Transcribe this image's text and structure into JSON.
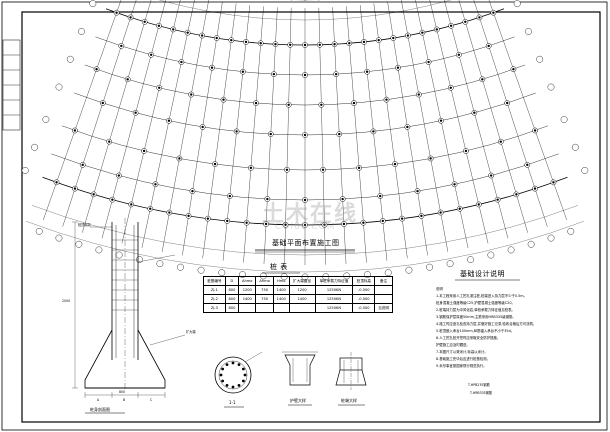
{
  "drawing": {
    "plan_title": "基础平面布置施工图",
    "table_title": "桩 表",
    "notes_title": "基础设计说明",
    "section_title": "桩身剖面图",
    "detail_1_label": "1-1",
    "detail_2_label": "护壁大样",
    "detail_3_label": "桩端大样"
  },
  "watermark": {
    "main": "土木在线",
    "sub": "COI88.COM"
  },
  "pile_table": {
    "headers": [
      "桩基编号",
      "D",
      "Ahmo",
      "Ahmo",
      "Hmo",
      "扩大端直径",
      "单桩承载力特征值",
      "桩顶标高",
      "备注"
    ],
    "rows": [
      [
        "ZJ-1",
        "800",
        "1200",
        "750",
        "1400",
        "1200",
        "1250KN",
        "-0.500",
        ""
      ],
      [
        "ZJ-2",
        "800",
        "1400",
        "750",
        "1400",
        "1400",
        "1250KN",
        "-0.500",
        ""
      ],
      [
        "ZJ-3",
        "800",
        "",
        "",
        "",
        "",
        "1250KN",
        "-0.500",
        "见说明"
      ]
    ]
  },
  "notes": {
    "lines": [
      "说明",
      "1.本工程采用人工挖孔灌注桩,桩端进入持力层不少于0.5m。",
      "  桩身混凝土强度等级C25,护壁混凝土强度等级C20。",
      "2.桩端持力层为中风化岩,单桩承载力特征值见桩表。",
      "3.钢筋保护层厚度50mm,主筋采用HRB335级钢筋。",
      "4.施工时应逐孔检查持力层,并做好施工记录,验收合格后方可浇筑。",
      "5.桩顶嵌入承台100mm,纵筋锚入承台不小于35d。",
      "6.人工挖孔桩开挖时应采取安全防护措施。",
      "  护壁施工应及时跟进。",
      "7.本图尺寸以毫米计,标高以米计。",
      "8.基础施工完毕后应进行桩基检测。",
      "9.未尽事宜按国家现行规范执行。"
    ],
    "rebar_1": "T-HPB235钢筋",
    "rebar_2": "T-HRB335钢筋"
  },
  "section": {
    "label_a": "A",
    "label_b": "B",
    "label_c": "C",
    "note_1": "桩顶标高",
    "note_2": "扩大端",
    "dim_1": "2000",
    "dim_2": "800"
  }
}
